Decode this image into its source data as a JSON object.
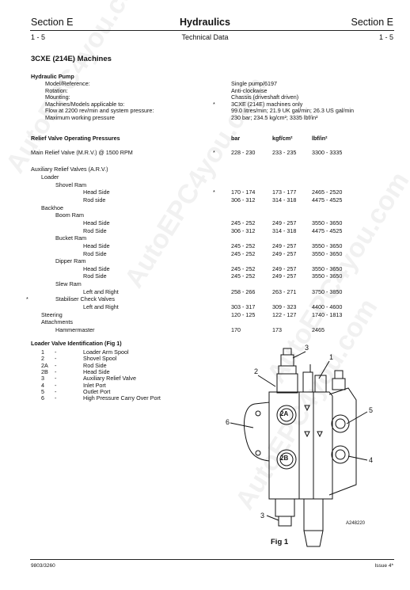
{
  "header": {
    "section_left": "Section E",
    "title": "Hydraulics",
    "section_right": "Section E",
    "page_left": "1 - 5",
    "subtitle": "Technical Data",
    "page_right": "1 - 5"
  },
  "heading": "3CXE (214E) Machines",
  "pump": {
    "title": "Hydraulic Pump",
    "rows": [
      {
        "label": "Model/Reference:",
        "star": "",
        "value": "Single pump/6197"
      },
      {
        "label": "Rotation:",
        "star": "",
        "value": "Anti-clockwise"
      },
      {
        "label": "Mounting:",
        "star": "",
        "value": "Chassis (driveshaft driven)"
      },
      {
        "label": "Machines/Models applicable to:",
        "star": "*",
        "value": "3CXE (214E) machines only"
      },
      {
        "label": "Flow at 2200 rev/min and system pressure:",
        "star": "",
        "value": "99.0 litres/min; 21.9 UK gal/min; 26.3 US gal/min"
      },
      {
        "label": "Maximum working pressure",
        "star": "",
        "value": "230 bar; 234.5 kg/cm²; 3335 lbf/in²"
      }
    ]
  },
  "relief": {
    "title": "Relief Valve Operating Pressures",
    "col_bar": "bar",
    "col_kgf": "kgf/cm²",
    "col_lbf": "lbf/in²",
    "mrv_label": "Main Relief Valve (M.R.V.) @ 1500 RPM",
    "mrv_star": "*",
    "mrv_bar": "228 - 230",
    "mrv_kgf": "233 - 235",
    "mrv_lbf": "3300 - 3335",
    "arv_label": "Auxiliary Relief Valves (A.R.V.)",
    "rows": [
      {
        "label": "Loader",
        "star": "",
        "bar": "",
        "kgf": "",
        "lbf": ""
      },
      {
        "label": "Shovel Ram",
        "star": "",
        "bar": "",
        "kgf": "",
        "lbf": ""
      },
      {
        "label": "Head Side",
        "star": "*",
        "bar": "170 - 174",
        "kgf": "173 - 177",
        "lbf": "2465 - 2520"
      },
      {
        "label": "Rod side",
        "star": "",
        "bar": "306 - 312",
        "kgf": "314 - 318",
        "lbf": "4475 - 4525"
      },
      {
        "label": "Backhoe",
        "star": "",
        "bar": "",
        "kgf": "",
        "lbf": ""
      },
      {
        "label": "Boom Ram",
        "star": "",
        "bar": "",
        "kgf": "",
        "lbf": ""
      },
      {
        "label": "Head Side",
        "star": "",
        "bar": "245 - 252",
        "kgf": "249 - 257",
        "lbf": "3550 - 3650"
      },
      {
        "label": "Rod Side",
        "star": "",
        "bar": "306 - 312",
        "kgf": "314 - 318",
        "lbf": "4475 - 4525"
      },
      {
        "label": "Bucket Ram",
        "star": "",
        "bar": "",
        "kgf": "",
        "lbf": ""
      },
      {
        "label": "Head Side",
        "star": "",
        "bar": "245 - 252",
        "kgf": "249 - 257",
        "lbf": "3550 - 3650"
      },
      {
        "label": "Rod Side",
        "star": "",
        "bar": "245 - 252",
        "kgf": "249 - 257",
        "lbf": "3550 - 3650"
      },
      {
        "label": "Dipper Ram",
        "star": "",
        "bar": "",
        "kgf": "",
        "lbf": ""
      },
      {
        "label": "Head Side",
        "star": "",
        "bar": "245 - 252",
        "kgf": "249 - 257",
        "lbf": "3550 - 3650"
      },
      {
        "label": "Rod Side",
        "star": "",
        "bar": "245 - 252",
        "kgf": "249 - 257",
        "lbf": "3550 - 3650"
      },
      {
        "label": "Slew Ram",
        "star": "",
        "bar": "",
        "kgf": "",
        "lbf": ""
      },
      {
        "label": "Left and Right",
        "star": "",
        "bar": "258 - 266",
        "kgf": "263 - 271",
        "lbf": "3750 - 3850"
      },
      {
        "label": "Stabiliser Check Valves",
        "star": "*",
        "bar": "",
        "kgf": "",
        "lbf": ""
      },
      {
        "label": "Left and Right",
        "star": "",
        "bar": "303 - 317",
        "kgf": "309 - 323",
        "lbf": "4400 - 4600"
      },
      {
        "label": "Steering",
        "star": "",
        "bar": "120 - 125",
        "kgf": "122 - 127",
        "lbf": "1740 - 1813"
      },
      {
        "label": "Attachments",
        "star": "",
        "bar": "",
        "kgf": "",
        "lbf": ""
      },
      {
        "label": "Hammermaster",
        "star": "",
        "bar": "170",
        "kgf": "173",
        "lbf": "2465"
      }
    ]
  },
  "loader_valve": {
    "title": "Loader Valve Identification (Fig 1)",
    "items": [
      {
        "num": "1",
        "dash": "-",
        "text": "Loader Arm Spool"
      },
      {
        "num": "2",
        "dash": "-",
        "text": "Shovel Spool"
      },
      {
        "num": "2A",
        "dash": "-",
        "text": "Rod Side"
      },
      {
        "num": "2B",
        "dash": "-",
        "text": "Head Side"
      },
      {
        "num": "3",
        "dash": "-",
        "text": "Auxiliary Relief Valve"
      },
      {
        "num": "4",
        "dash": "-",
        "text": "Inlet Port"
      },
      {
        "num": "5",
        "dash": "-",
        "text": "Outlet Port"
      },
      {
        "num": "6",
        "dash": "-",
        "text": "High Pressure Carry Over Port"
      }
    ]
  },
  "figure": {
    "caption": "Fig 1",
    "ref": "A248220",
    "callouts": [
      "1",
      "2",
      "3",
      "3",
      "4",
      "5",
      "6"
    ],
    "port_2a": "2A",
    "port_2b": "2B"
  },
  "watermark": "AutoEPC4you.com",
  "footer": {
    "left": "9803/3260",
    "right": "Issue 4*"
  }
}
